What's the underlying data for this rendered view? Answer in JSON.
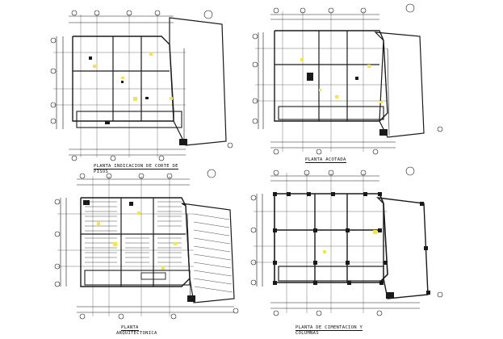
{
  "sheet": {
    "background": "#ffffff",
    "line_color": "#1a1a1a",
    "accent_color": "#f5e642"
  },
  "plans": [
    {
      "id": "tl",
      "title_line1": "PLANTA INDICACION DE CORTE DE",
      "title_line2": "PISOS"
    },
    {
      "id": "tr",
      "title_line1": "PLANTA ACOTADA",
      "title_line2": ""
    },
    {
      "id": "bl",
      "title_line1": "PLANTA",
      "title_line2": "ARQUITECTONICA"
    },
    {
      "id": "br",
      "title_line1": "PLANTA DE CIMENTACION Y",
      "title_line2": "COLUMNAS"
    }
  ]
}
